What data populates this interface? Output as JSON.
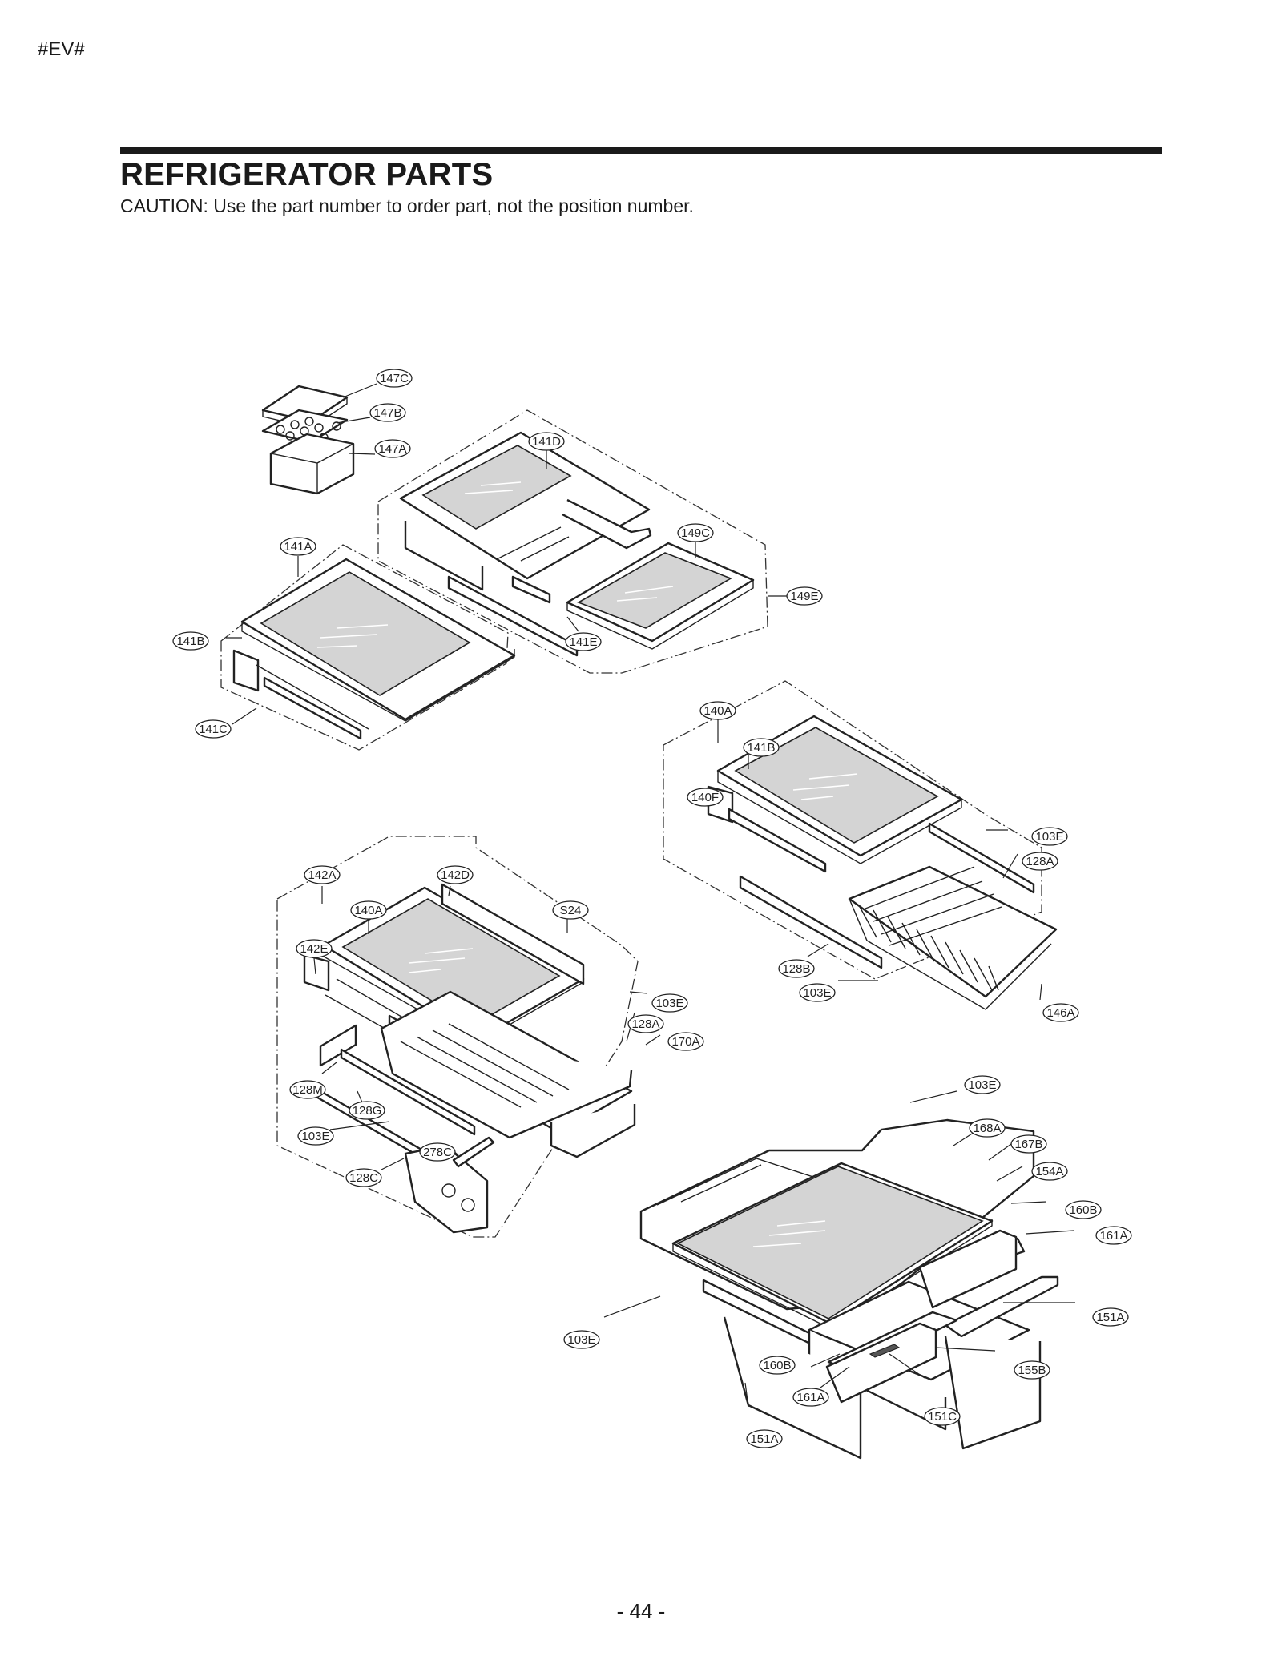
{
  "header": {
    "marker": "#EV#",
    "title": "REFRIGERATOR PARTS",
    "caution": "CAUTION: Use the part number to order part, not the position number."
  },
  "footer": {
    "page_number": "- 44 -"
  },
  "callouts": {
    "c147C": "147C",
    "c147B": "147B",
    "c147A": "147A",
    "c141D": "141D",
    "c149C": "149C",
    "c149E": "149E",
    "c141E": "141E",
    "c141A": "141A",
    "c141B_top": "141B",
    "c141C": "141C",
    "c140A_right": "140A",
    "c141B_right": "141B",
    "c140F": "140F",
    "c103E_r1": "103E",
    "c128A_right": "128A",
    "c128B": "128B",
    "c103E_r2": "103E",
    "c146A": "146A",
    "c142A": "142A",
    "c142D": "142D",
    "c140A_left": "140A",
    "cS24": "S24",
    "c142E": "142E",
    "c103E_l1": "103E",
    "c128A_left": "128A",
    "c170A": "170A",
    "c128M": "128M",
    "c128G": "128G",
    "c103E_l2": "103E",
    "c278C": "278C",
    "c128C": "128C",
    "c103E_b1": "103E",
    "c168A": "168A",
    "c167B": "167B",
    "c154A": "154A",
    "c160B_right": "160B",
    "c161A_right": "161A",
    "c151A_right": "151A",
    "c155B": "155B",
    "c151C": "151C",
    "c161A_left": "161A",
    "c160B_left": "160B",
    "c151A_left": "151A",
    "c103E_b2": "103E"
  }
}
